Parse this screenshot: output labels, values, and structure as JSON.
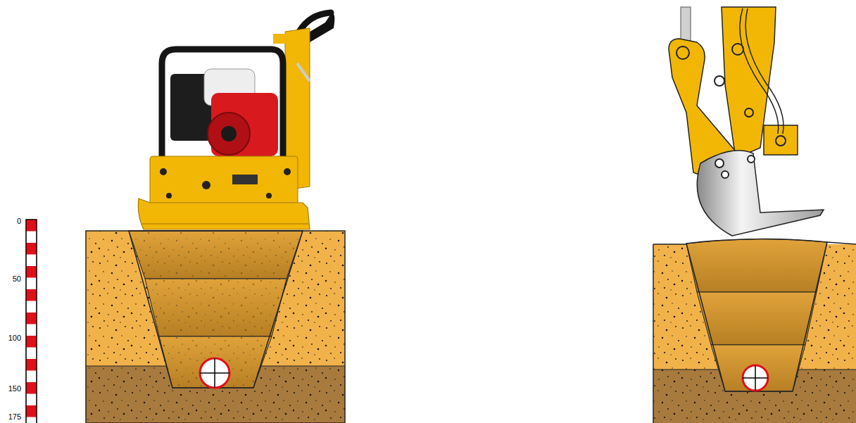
{
  "diagram": {
    "labels": [
      "0",
      "50",
      "100",
      "150",
      "175"
    ]
  }
}
